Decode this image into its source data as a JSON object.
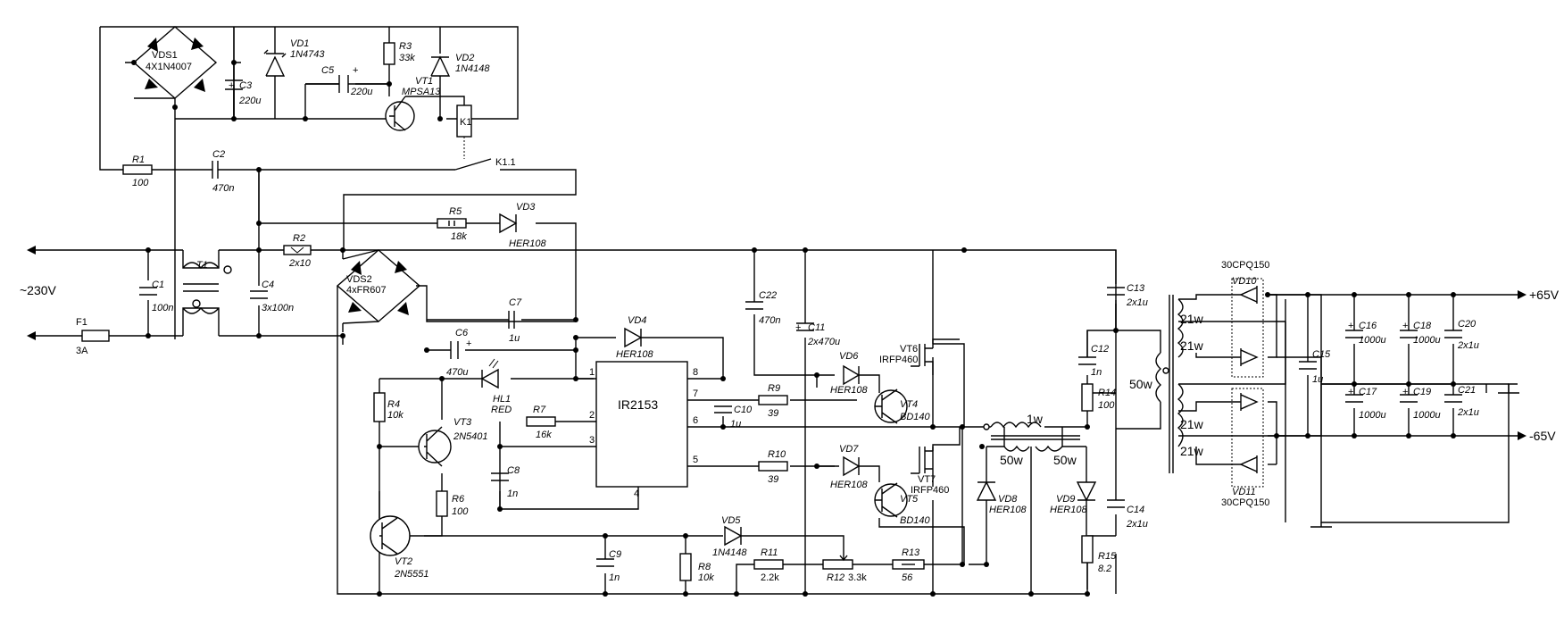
{
  "labels": {
    "vds1": "VDS1",
    "vds1_val": "4X1N4007",
    "vd1": "VD1",
    "vd1_val": "1N4743",
    "r3": "R3",
    "r3_val": "33k",
    "vd2": "VD2",
    "vd2_val": "1N4148",
    "c3": "C3",
    "c3_val": "220u",
    "c5": "C5",
    "c5_val": "220u",
    "vt1": "VT1",
    "vt1_val": "MPSA13",
    "k1": "K1",
    "k11": "K1.1",
    "r1": "R1",
    "r1_val": "100",
    "c2": "C2",
    "c2_val": "470n",
    "r5": "R5",
    "r5_val": "18k",
    "vd3": "VD3",
    "vd3_val": "HER108",
    "r2": "R2",
    "r2_val": "2x10",
    "t1": "T1",
    "vds2": "VDS2",
    "vds2_val": "4xFR607",
    "mains": "~230V",
    "c1": "C1",
    "c1_val": "100n",
    "c4": "C4",
    "c4_val": "3x100n",
    "f1": "F1",
    "f1_val": "3A",
    "c7": "C7",
    "c7_val": "1u",
    "c6": "C6",
    "c6_val": "470u",
    "vd4": "VD4",
    "vd4_val": "HER108",
    "c22": "C22",
    "c22_val": "470n",
    "c11": "C11",
    "c11_val": "2x470u",
    "c13": "C13",
    "c13_val": "2x1u",
    "c12": "C12",
    "c12_val": "1n",
    "r14": "R14",
    "r14_val": "100",
    "hl1": "HL1",
    "hl1_val": "RED",
    "r4": "R4",
    "r4_val": "10k",
    "vt3": "VT3",
    "vt3_val": "2N5401",
    "r7": "R7",
    "r7_val": "16k",
    "c8": "C8",
    "c8_val": "1n",
    "r6": "R6",
    "r6_val": "100",
    "ic": "IR2153",
    "pin1": "1",
    "pin2": "2",
    "pin3": "3",
    "pin4": "4",
    "pin5": "5",
    "pin6": "6",
    "pin7": "7",
    "pin8": "8",
    "r9": "R9",
    "r9_val": "39",
    "c10": "C10",
    "c10_val": "1u",
    "r10": "R10",
    "r10_val": "39",
    "vt6": "VT6",
    "vt6_val": "IRFP460",
    "vd6": "VD6",
    "vd6_val": "HER108",
    "vt4": "VT4",
    "vt4_val": "BD140",
    "vd7": "VD7",
    "vd7_val": "HER108",
    "vt7": "VT7",
    "vt7_val": "IRFP460",
    "vt5": "VT5",
    "vt5_val": "BD140",
    "w1": "1w",
    "w50a": "50w",
    "w50b": "50w",
    "w50c": "50w",
    "w21a": "21w",
    "w21b": "21w",
    "w21c": "21w",
    "w21d": "21w",
    "vd8": "VD8",
    "vd8_val": "HER108",
    "vd9": "VD9",
    "vd9_val": "HER108",
    "c14": "C14",
    "c14_val": "2x1u",
    "r15": "R15",
    "r15_val": "8.2",
    "vt2": "VT2",
    "vt2_val": "2N5551",
    "c9": "C9",
    "c9_val": "1n",
    "r8": "R8",
    "r8_val": "10k",
    "vd5": "VD5",
    "vd5_val": "1N4148",
    "r11": "R11",
    "r11_val": "2.2k",
    "r12": "R12",
    "r12_val": "3.3k",
    "r13": "R13",
    "r13_val": "56",
    "vd10": "VD10",
    "vd10_val": "30CPQ150",
    "vd11": "VD11",
    "vd11_val": "30CPQ150",
    "c15": "C15",
    "c15_val": "1u",
    "c16": "C16",
    "c16_val": "1000u",
    "c17": "C17",
    "c17_val": "1000u",
    "c18": "C18",
    "c18_val": "1000u",
    "c19": "C19",
    "c19_val": "1000u",
    "c20": "C20",
    "c20_val": "2x1u",
    "c21": "C21",
    "c21_val": "2x1u",
    "vpos": "+65V",
    "vneg": "-65V",
    "plus": "+"
  }
}
